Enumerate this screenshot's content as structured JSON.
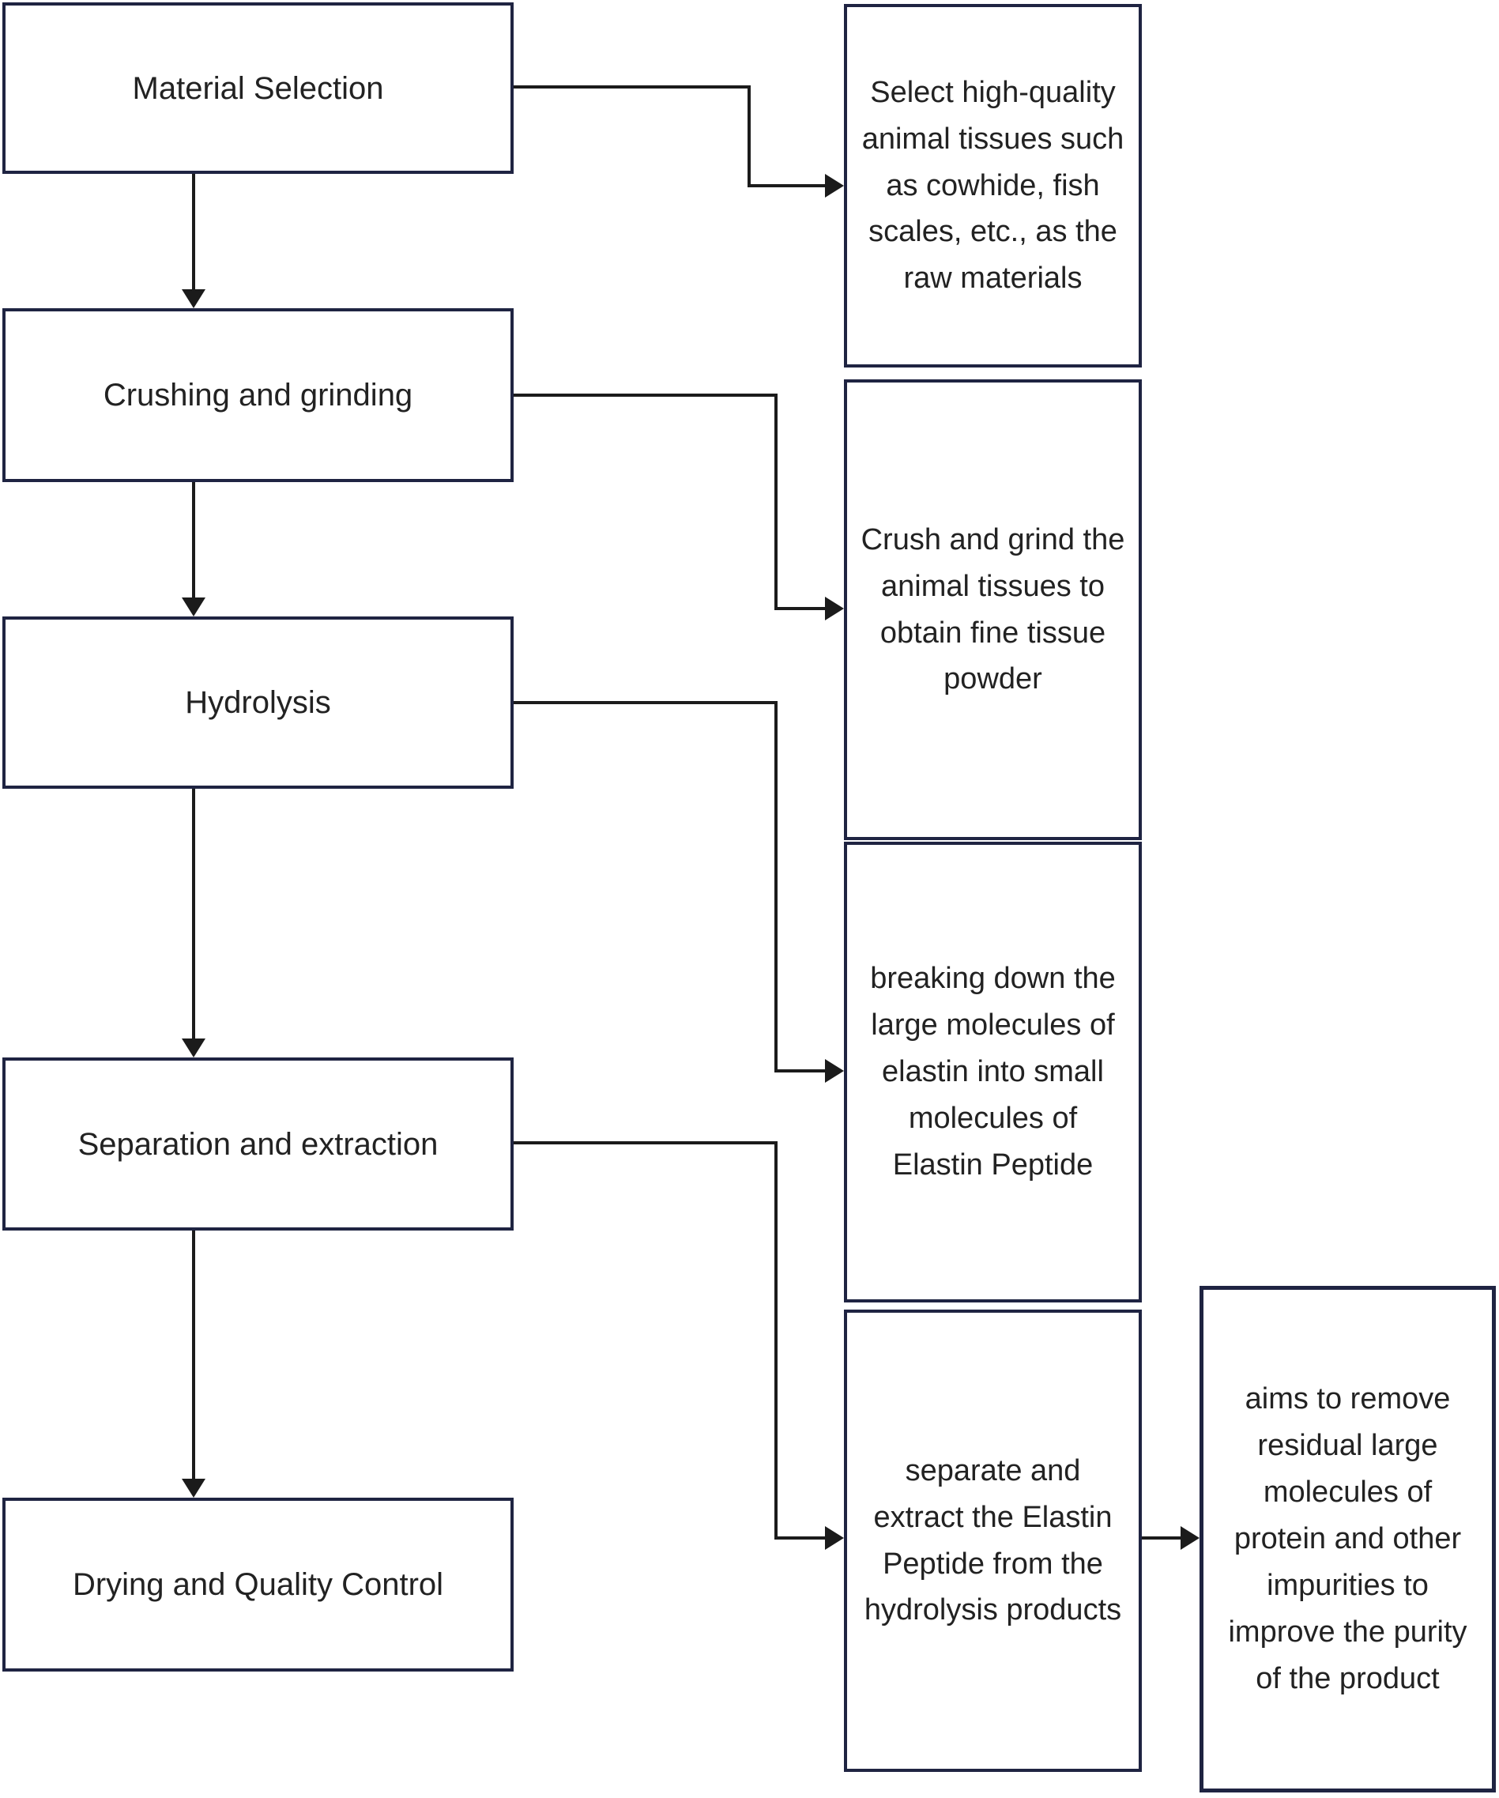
{
  "diagram": {
    "type": "flowchart",
    "background_color": "#ffffff",
    "box_border_color": "#1f2442",
    "connector_color": "#1b1b1b",
    "text_color": "#222222",
    "steps": [
      {
        "label": "Material Selection"
      },
      {
        "label": "Crushing and grinding"
      },
      {
        "label": "Hydrolysis"
      },
      {
        "label": "Separation and extraction"
      },
      {
        "label": "Drying and Quality Control"
      }
    ],
    "descriptions": [
      {
        "text": "Select high-quality animal tissues such as cowhide, fish scales, etc., as the raw materials"
      },
      {
        "text": "Crush and grind the animal tissues to obtain fine tissue powder"
      },
      {
        "text": "breaking down the large molecules of elastin into small molecules of Elastin Peptide"
      },
      {
        "text": "separate and extract the Elastin Peptide from the hydrolysis products"
      }
    ],
    "note": {
      "text": "aims to remove residual large molecules of protein and other impurities to improve the purity of the product"
    }
  }
}
